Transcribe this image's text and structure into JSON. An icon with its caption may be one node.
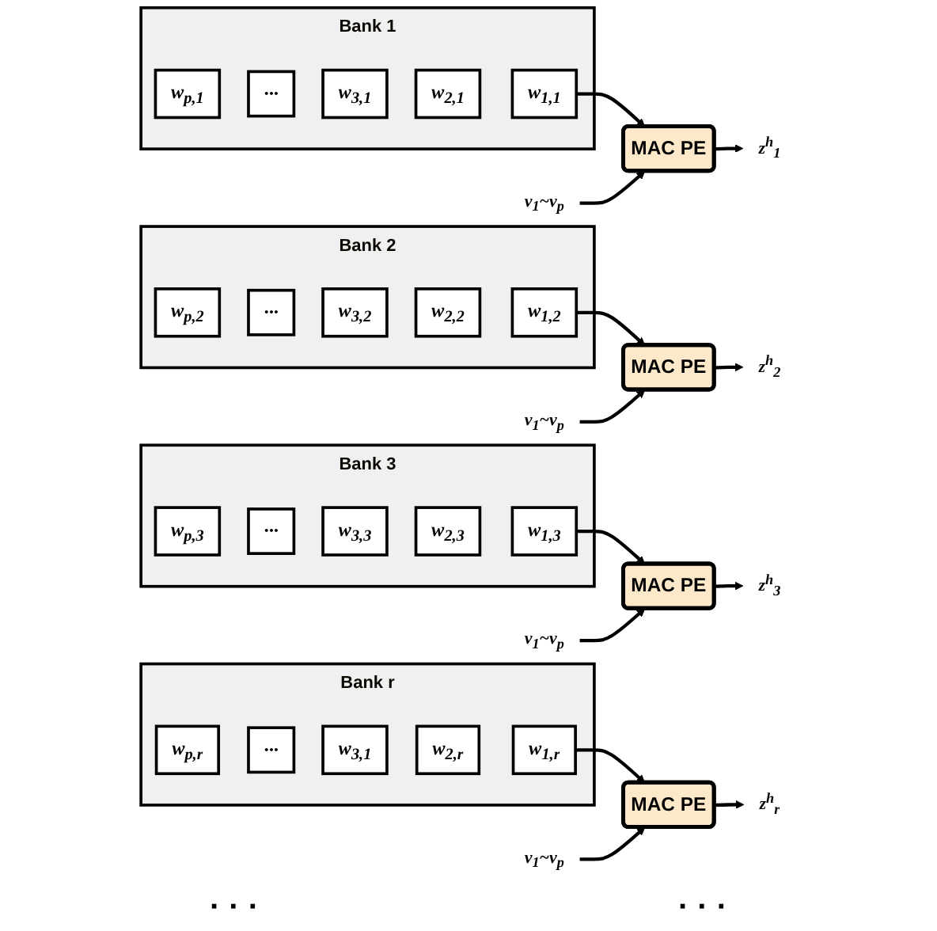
{
  "diagram": {
    "nodes": [
      {
        "text": [
          "Bank 1"
        ]
      },
      {
        "text": [
          "w$_{p,1}$"
        ],
        "in": 0
      },
      {
        "text": [
          "···"
        ],
        "in": 0
      },
      {
        "text": [
          "w$_{3,1}$"
        ],
        "in": 0
      },
      {
        "text": [
          "w$_{2,1}$"
        ],
        "in": 0
      },
      {
        "text": [
          "w$_{1,1}$"
        ],
        "in": 0
      },
      {
        "text": [
          "v$_{1}$~v$_{p}$"
        ]
      },
      {
        "text": [
          "MAC PE"
        ]
      },
      {
        "text": [
          "z$^{h}$$_{1}$"
        ]
      },
      {
        "text": [
          "Bank 2"
        ]
      },
      {
        "text": [
          "w$_{p,2}$"
        ],
        "in": 9
      },
      {
        "text": [
          "···"
        ],
        "in": 9
      },
      {
        "text": [
          "w$_{3,2}$"
        ],
        "in": 9
      },
      {
        "text": [
          "w$_{2,2}$"
        ],
        "in": 9
      },
      {
        "text": [
          "w$_{1,2}$"
        ],
        "in": 9
      },
      {
        "text": [
          "v$_{1}$~v$_{p}$"
        ]
      },
      {
        "text": [
          "MAC PE"
        ]
      },
      {
        "text": [
          "z$^{h}$$_{2}$"
        ]
      },
      {
        "text": [
          "Bank 3"
        ]
      },
      {
        "text": [
          "w$_{p,3}$"
        ],
        "in": 18
      },
      {
        "text": [
          "···"
        ],
        "in": 18
      },
      {
        "text": [
          "w$_{3,3}$"
        ],
        "in": 18
      },
      {
        "text": [
          "w$_{2,3}$"
        ],
        "in": 18
      },
      {
        "text": [
          "w$_{1,3}$"
        ],
        "in": 18
      },
      {
        "text": [
          "v$_{1}$~v$_{p}$"
        ]
      },
      {
        "text": [
          "MAC PE"
        ]
      },
      {
        "text": [
          "z$^{h}$$_{3}$"
        ]
      },
      {
        "text": [
          "Bank r"
        ]
      },
      {
        "text": [
          "w$_{p,r}$"
        ],
        "in": 27
      },
      {
        "text": [
          "···"
        ],
        "in": 27
      },
      {
        "text": [
          "w$_{3,1}$"
        ],
        "in": 27
      },
      {
        "text": [
          "w$_{2,r}$"
        ],
        "in": 27
      },
      {
        "text": [
          "w$_{1,r}$"
        ],
        "in": 27
      },
      {
        "text": [
          "v$_{1}$~v$_{p}$"
        ]
      },
      {
        "text": [
          "MAC PE"
        ]
      },
      {
        "text": [
          "z$^{h}$$_{r}$"
        ]
      }
    ],
    "edges": [
      {
        "from": 5,
        "to": 7,
        "arrow": "to"
      },
      {
        "from": 6,
        "to": 7,
        "arrow": "to"
      },
      {
        "from": 7,
        "to": 8,
        "arrow": "to"
      },
      {
        "from": 14,
        "to": 16,
        "arrow": "to"
      },
      {
        "from": 15,
        "to": 16,
        "arrow": "to"
      },
      {
        "from": 16,
        "to": 17,
        "arrow": "to"
      },
      {
        "from": 23,
        "to": 25,
        "arrow": "to"
      },
      {
        "from": 24,
        "to": 25,
        "arrow": "to"
      },
      {
        "from": 25,
        "to": 26,
        "arrow": "to"
      },
      {
        "from": 32,
        "to": 34,
        "arrow": "to"
      },
      {
        "from": 33,
        "to": 34,
        "arrow": "to"
      },
      {
        "from": 34,
        "to": 35,
        "arrow": "to"
      }
    ],
    "labels": [
      "· · ·",
      "· · ·"
    ]
  }
}
